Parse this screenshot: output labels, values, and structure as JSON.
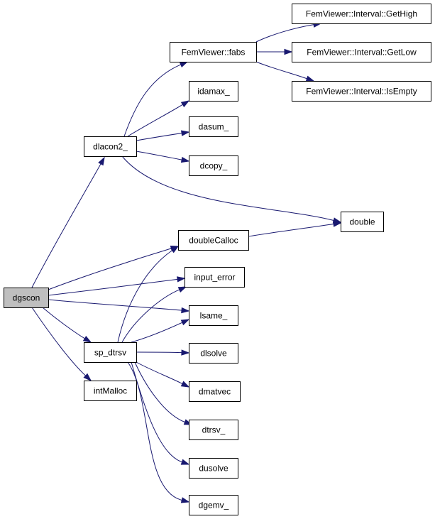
{
  "colors": {
    "edge": "#191970",
    "root_fill": "#bfbfbf",
    "node_fill": "#ffffff",
    "border": "#000000"
  },
  "nodes": [
    {
      "id": "dgscon",
      "label": "dgscon",
      "root": true
    },
    {
      "id": "dlacon2",
      "label": "dlacon2_"
    },
    {
      "id": "sp_dtrsv",
      "label": "sp_dtrsv"
    },
    {
      "id": "intMalloc",
      "label": "intMalloc"
    },
    {
      "id": "fabs",
      "label": "FemViewer::fabs"
    },
    {
      "id": "idamax",
      "label": "idamax_"
    },
    {
      "id": "dasum",
      "label": "dasum_"
    },
    {
      "id": "dcopy",
      "label": "dcopy_"
    },
    {
      "id": "gethigh",
      "label": "FemViewer::Interval::GetHigh"
    },
    {
      "id": "getlow",
      "label": "FemViewer::Interval::GetLow"
    },
    {
      "id": "isempty",
      "label": "FemViewer::Interval::IsEmpty"
    },
    {
      "id": "double",
      "label": "double"
    },
    {
      "id": "doubleCalloc",
      "label": "doubleCalloc"
    },
    {
      "id": "input_error",
      "label": "input_error"
    },
    {
      "id": "lsame",
      "label": "lsame_"
    },
    {
      "id": "dlsolve",
      "label": "dlsolve"
    },
    {
      "id": "dmatvec",
      "label": "dmatvec"
    },
    {
      "id": "dtrsv",
      "label": "dtrsv_"
    },
    {
      "id": "dusolve",
      "label": "dusolve"
    },
    {
      "id": "dgemv",
      "label": "dgemv_"
    }
  ],
  "edges": [
    [
      "dgscon",
      "dlacon2"
    ],
    [
      "dgscon",
      "doubleCalloc"
    ],
    [
      "dgscon",
      "input_error"
    ],
    [
      "dgscon",
      "lsame"
    ],
    [
      "dgscon",
      "sp_dtrsv"
    ],
    [
      "dgscon",
      "intMalloc"
    ],
    [
      "dlacon2",
      "fabs"
    ],
    [
      "dlacon2",
      "idamax"
    ],
    [
      "dlacon2",
      "dasum"
    ],
    [
      "dlacon2",
      "dcopy"
    ],
    [
      "dlacon2",
      "double"
    ],
    [
      "fabs",
      "gethigh"
    ],
    [
      "fabs",
      "getlow"
    ],
    [
      "fabs",
      "isempty"
    ],
    [
      "doubleCalloc",
      "double"
    ],
    [
      "sp_dtrsv",
      "doubleCalloc"
    ],
    [
      "sp_dtrsv",
      "input_error"
    ],
    [
      "sp_dtrsv",
      "lsame"
    ],
    [
      "sp_dtrsv",
      "dlsolve"
    ],
    [
      "sp_dtrsv",
      "dmatvec"
    ],
    [
      "sp_dtrsv",
      "dtrsv"
    ],
    [
      "sp_dtrsv",
      "dusolve"
    ],
    [
      "sp_dtrsv",
      "dgemv"
    ]
  ]
}
